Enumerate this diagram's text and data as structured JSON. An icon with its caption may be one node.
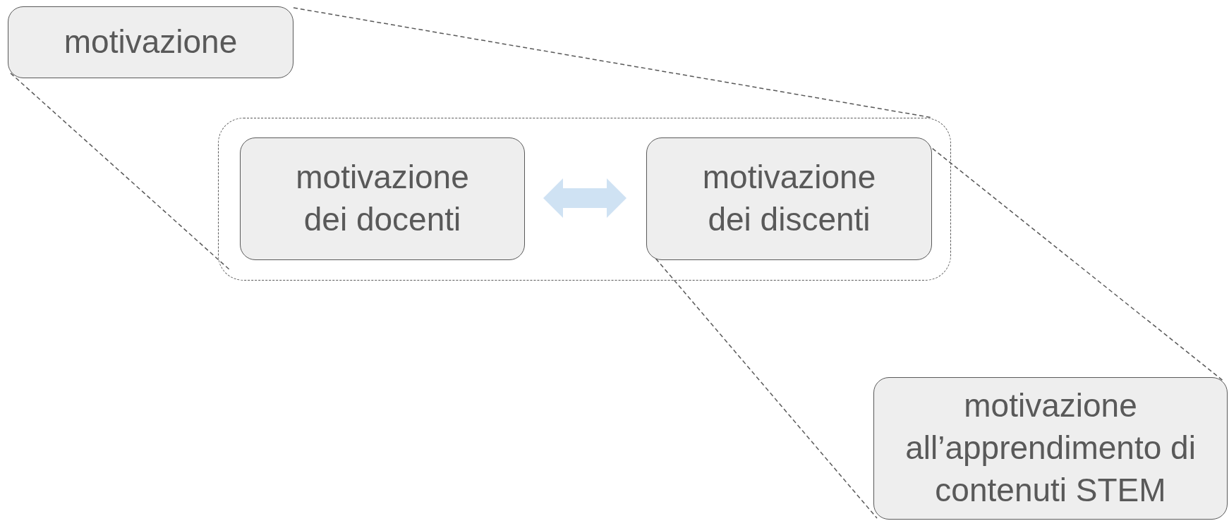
{
  "diagram": {
    "nodes": [
      {
        "text": [
          "motivazione"
        ]
      },
      {
        "text": [],
        "shape": "box"
      },
      {
        "text": [
          "motivazione dei docenti"
        ],
        "in": 1
      },
      {
        "text": [
          "motivazione dei discenti"
        ],
        "in": 1
      },
      {
        "text": [
          "motivazione all’apprendimento di contenuti STEM"
        ]
      }
    ],
    "edges": [
      {
        "from": 0,
        "to": 1,
        "arrow": "none",
        "style": "dashed"
      },
      {
        "from": 0,
        "to": 1,
        "arrow": "none",
        "style": "dashed"
      },
      {
        "from": 3,
        "to": 4,
        "arrow": "none",
        "style": "dashed"
      },
      {
        "from": 3,
        "to": 4,
        "arrow": "none",
        "style": "dashed"
      },
      {
        "from": 2,
        "to": 3,
        "arrow": "both",
        "style": "thick",
        "color": "#cfe2f3"
      }
    ]
  }
}
